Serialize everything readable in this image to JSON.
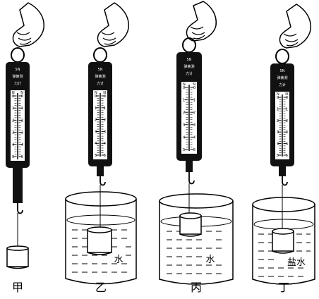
{
  "panels": [
    {
      "caption": "甲",
      "liquid_label": ""
    },
    {
      "caption": "乙",
      "liquid_label": "水"
    },
    {
      "caption": "丙",
      "liquid_label": "水"
    },
    {
      "caption": "丁",
      "liquid_label": "盐水"
    }
  ],
  "scale": {
    "header": "5N",
    "name_line1": "弹簧测",
    "name_line2": "力计",
    "unit": "N",
    "ticks": [
      "0",
      "1",
      "2",
      "3",
      "4",
      "5"
    ]
  }
}
